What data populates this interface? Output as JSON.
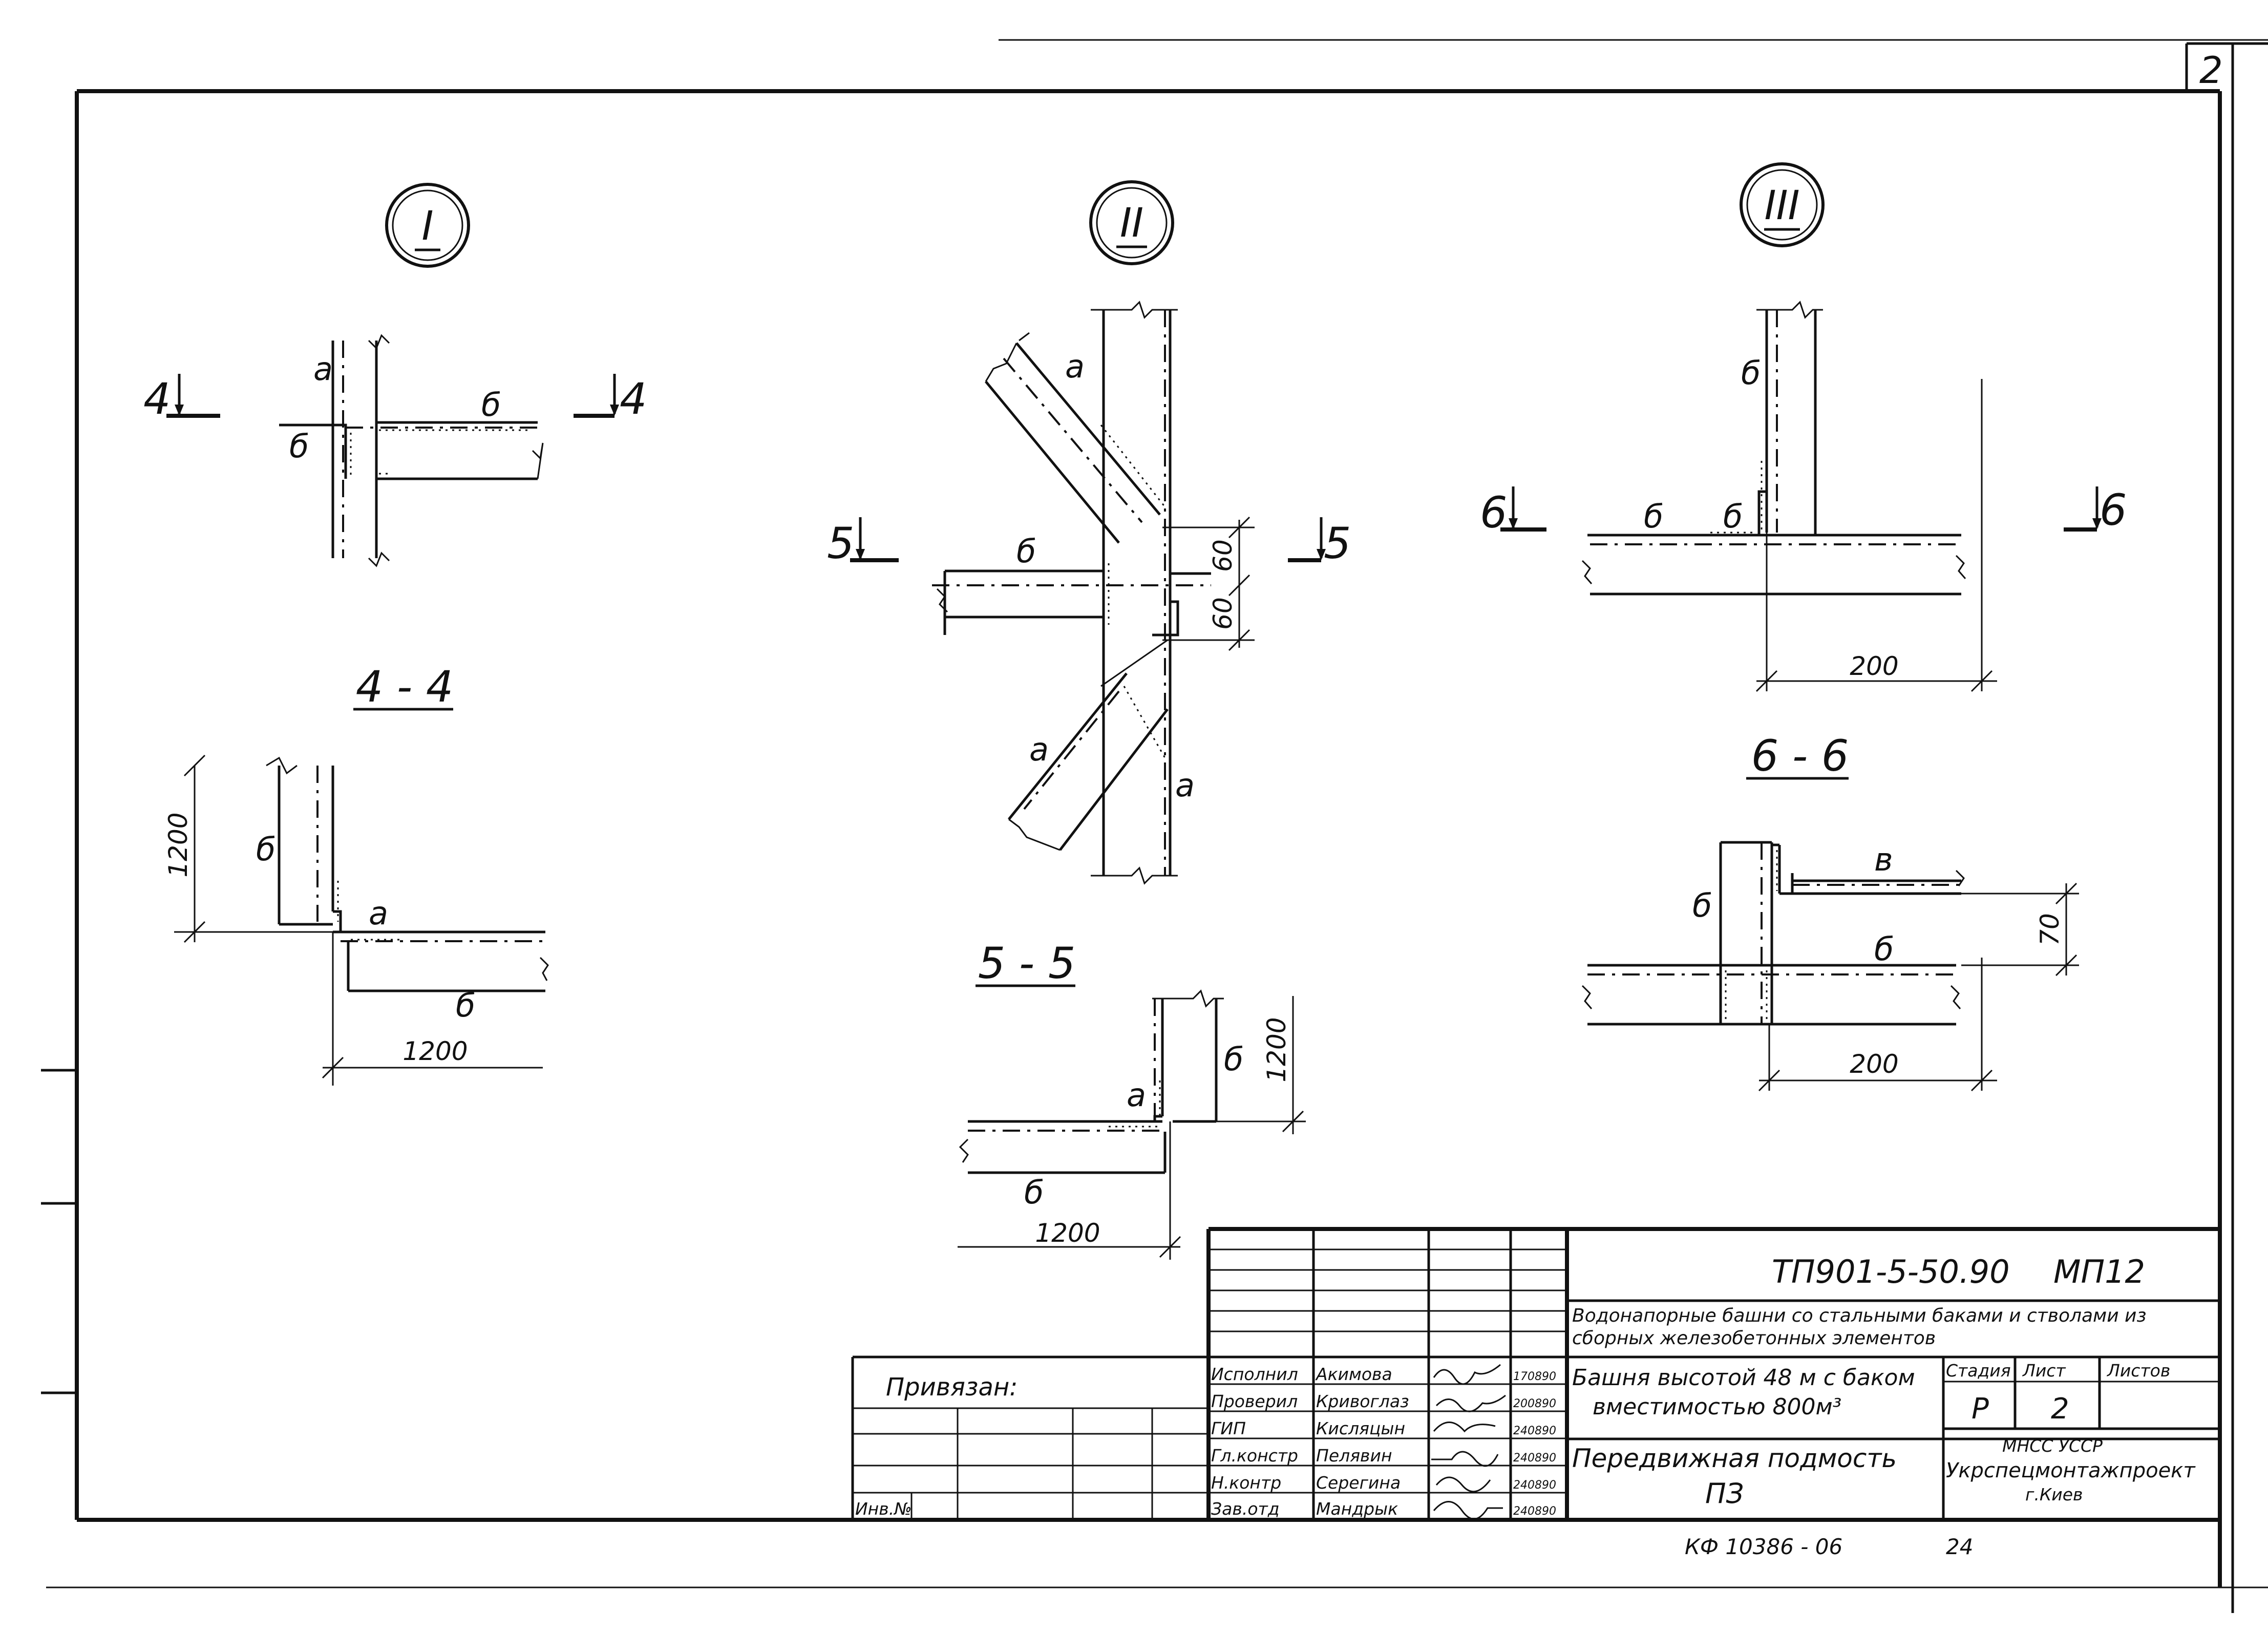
{
  "sheet_number": "2",
  "views": {
    "node1": {
      "mark": "I",
      "labels": {
        "a": "а",
        "b1": "б",
        "b2": "б"
      },
      "cut_left": "4",
      "cut_right": "4"
    },
    "node2": {
      "mark": "II",
      "labels": {
        "a1": "а",
        "a2": "а",
        "a3": "а",
        "b": "б"
      },
      "cut_left": "5",
      "cut_right": "5",
      "dim1": "60",
      "dim2": "60"
    },
    "node3": {
      "mark": "III",
      "labels": {
        "b1": "б",
        "b2": "б",
        "b3": "б"
      },
      "cut_left": "6",
      "cut_right": "6",
      "dim": "200"
    },
    "sec44": {
      "title": "4 - 4",
      "labels": {
        "b1": "б",
        "a": "а",
        "b2": "б"
      },
      "dim_v": "1200",
      "dim_h": "1200"
    },
    "sec55": {
      "title": "5 - 5",
      "labels": {
        "b1": "б",
        "a": "а",
        "b2": "б"
      },
      "dim_v": "1200",
      "dim_h": "1200"
    },
    "sec66": {
      "title": "6 - 6",
      "labels": {
        "v": "в",
        "b1": "б",
        "b2": "б"
      },
      "dim_v": "70",
      "dim_h": "200"
    }
  },
  "title_block": {
    "code": "ТП901-5-50.90",
    "mark": "МП12",
    "project_title": "Водонапорные башни со стальными баками и стволами из сборных железобетонных элементов",
    "object_line1": "Башня высотой 48 м с баком",
    "object_line2": "вместимостью 800м³",
    "drawing_line1": "Передвижная подмость",
    "drawing_line2": "ПЗ",
    "stage_header": "Стадия",
    "sheet_header": "Лист",
    "sheets_header": "Листов",
    "stage": "Р",
    "sheet": "2",
    "org1": "МНСС УССР",
    "org2": "Укрспецмонтажпроект",
    "org3": "г.Киев",
    "staff": [
      {
        "role": "Исполнил",
        "name": "Акимова",
        "date": "170890"
      },
      {
        "role": "Проверил",
        "name": "Кривоглаз",
        "date": "200890"
      },
      {
        "role": "ГИП",
        "name": "Кисляцын",
        "date": "240890"
      },
      {
        "role": "Гл.констр",
        "name": "Пелявин",
        "date": "240890"
      },
      {
        "role": "Н.контр",
        "name": "Серегина",
        "date": "240890"
      },
      {
        "role": "Зав.отд",
        "name": "Мандрык",
        "date": "240890"
      }
    ],
    "bound_label": "Привязан:",
    "inv_label": "Инв.№"
  },
  "footer": {
    "archive_code": "КФ 10386 - 06",
    "page": "24"
  }
}
